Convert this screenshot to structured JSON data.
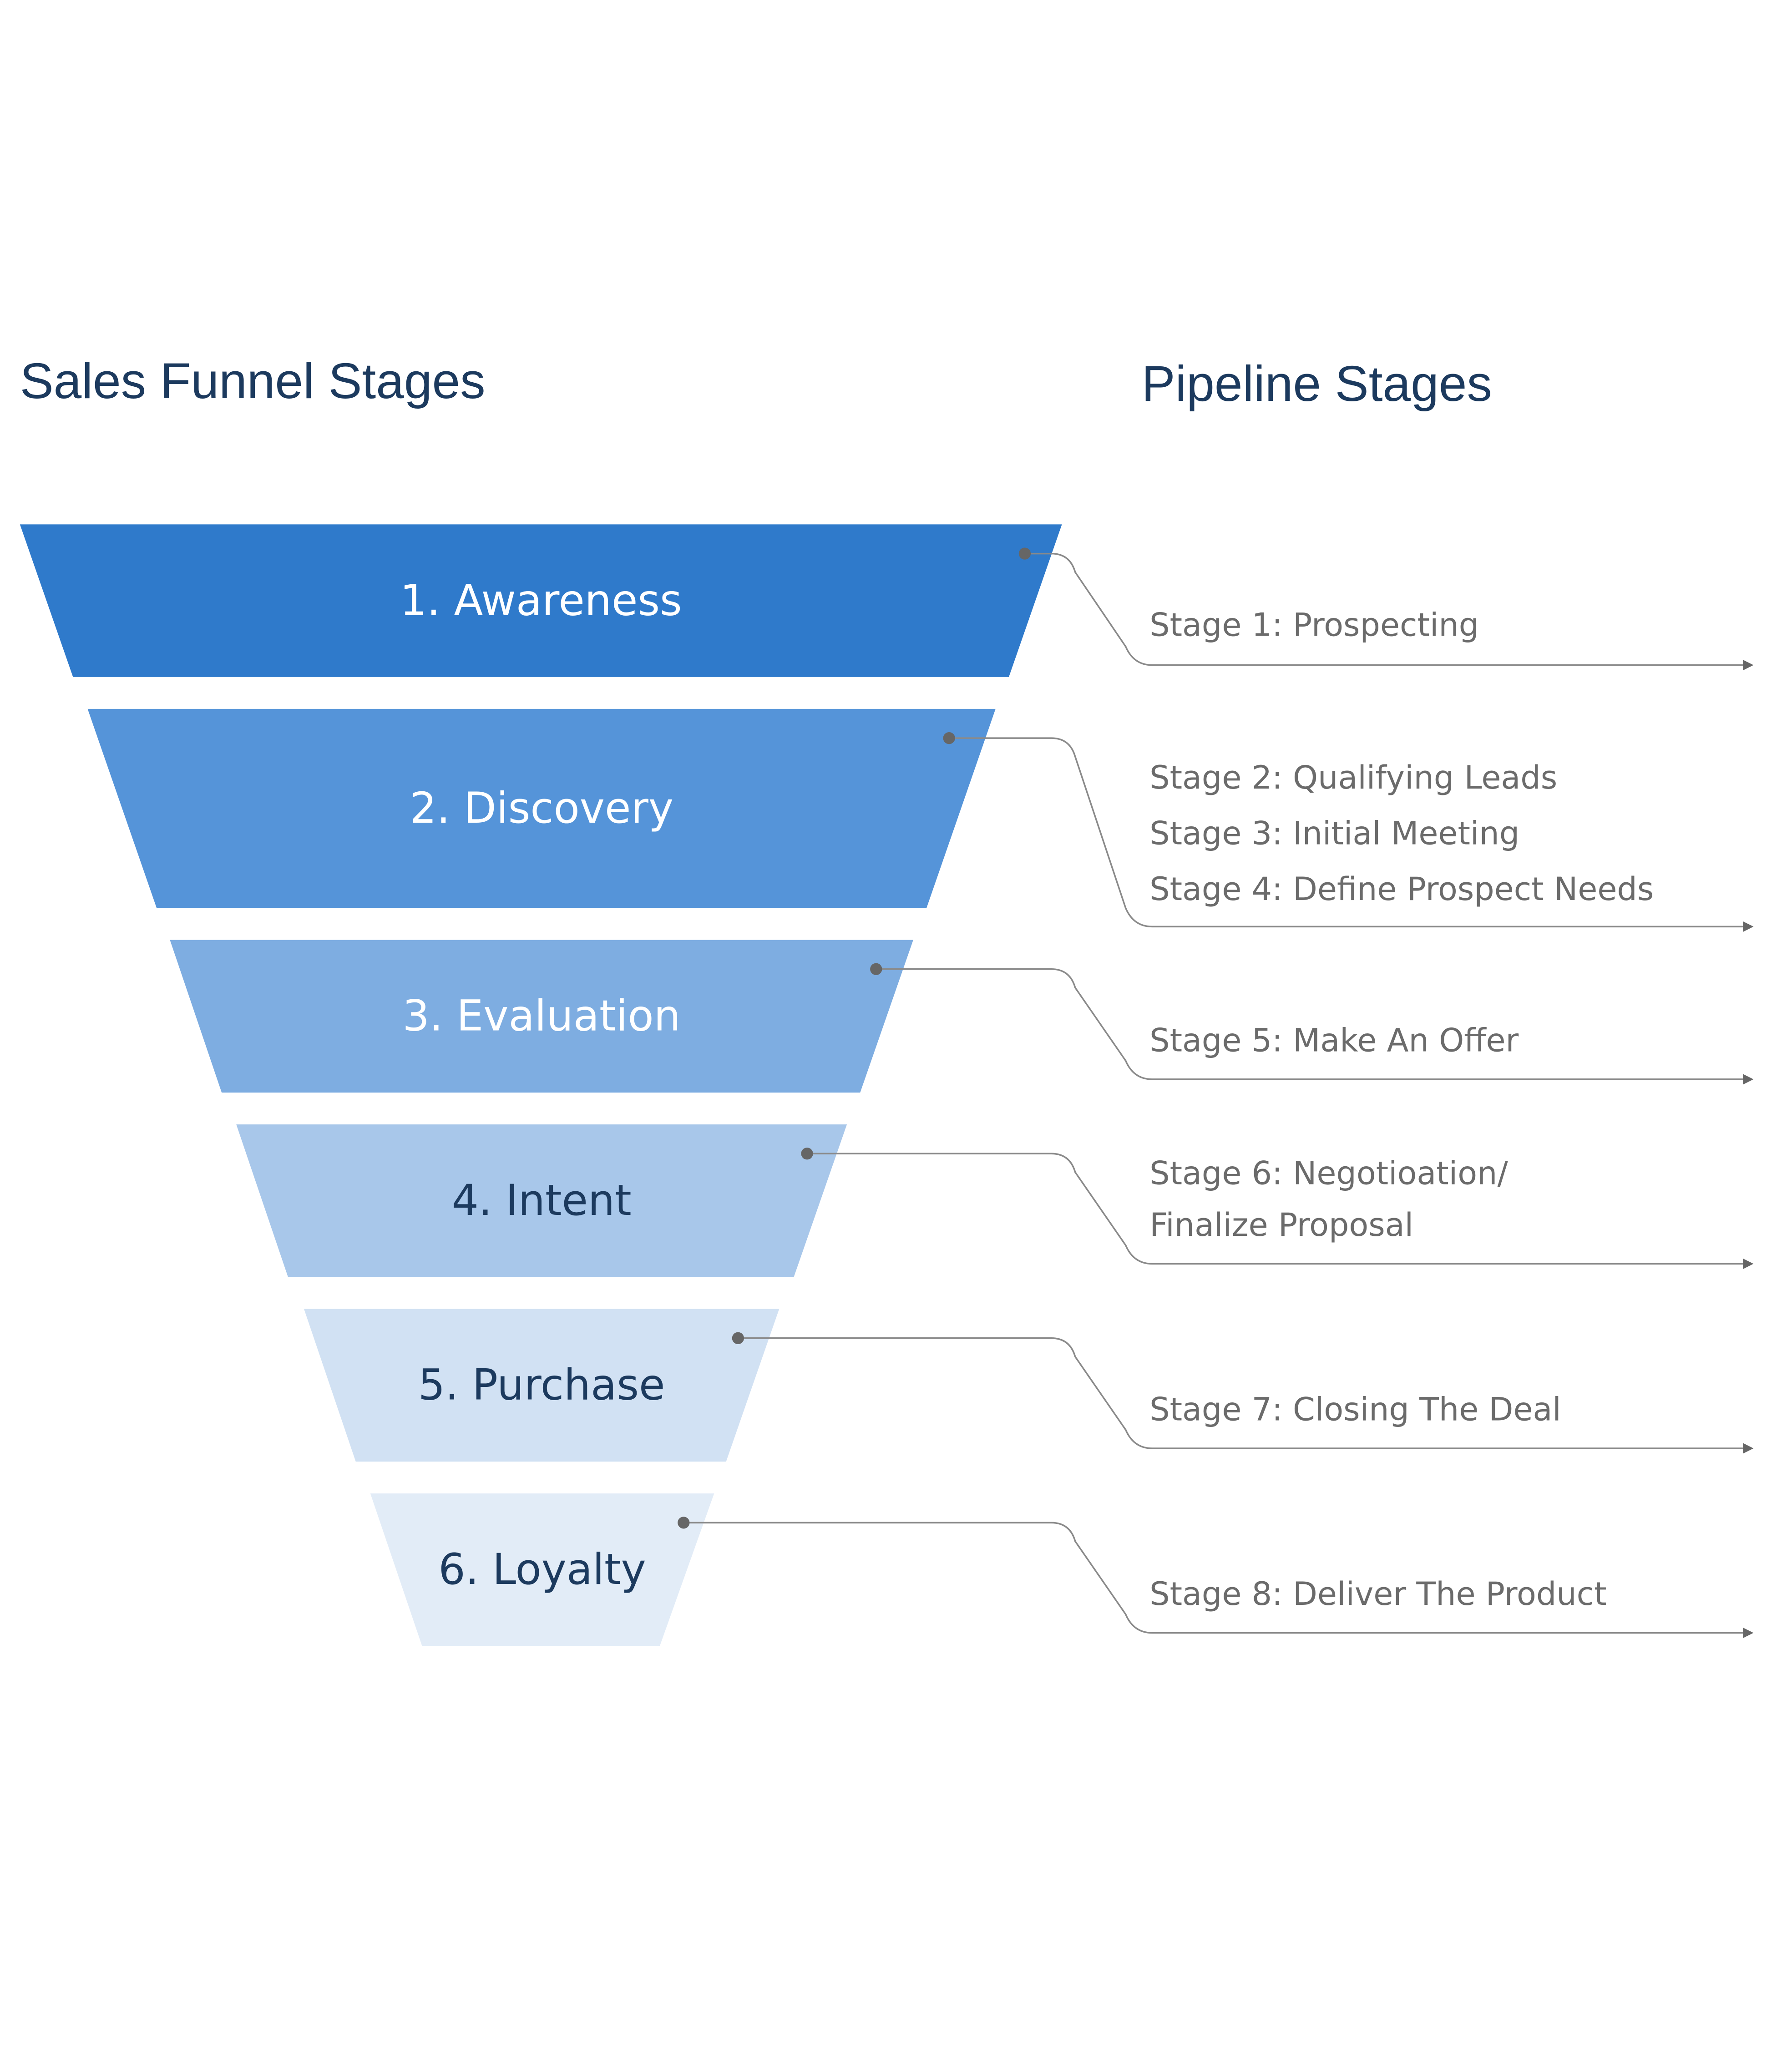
{
  "titles": {
    "left": "Sales Funnel Stages",
    "right": "Pipeline Stages"
  },
  "colors": {
    "title_text": "#1c3a5e",
    "dark_label": "#1c3a5e",
    "light_label": "#ffffff",
    "connector": "#8a8a8a",
    "pipeline_text": "#6b6b6b"
  },
  "funnel": [
    {
      "label": "1. Awareness",
      "fill": "#2f7acb",
      "text_color": "#ffffff"
    },
    {
      "label": "2. Discovery",
      "fill": "#5594d9",
      "text_color": "#ffffff"
    },
    {
      "label": "3. Evaluation",
      "fill": "#7eade1",
      "text_color": "#ffffff"
    },
    {
      "label": "4. Intent",
      "fill": "#a8c7ea",
      "text_color": "#1c3a5e"
    },
    {
      "label": "5. Purchase",
      "fill": "#d1e1f3",
      "text_color": "#1c3a5e"
    },
    {
      "label": "6. Loyalty",
      "fill": "#e2ecf7",
      "text_color": "#1c3a5e"
    }
  ],
  "pipeline": [
    {
      "lines": [
        "Stage 1: Prospecting"
      ]
    },
    {
      "lines": [
        "Stage 2: Qualifying Leads",
        "Stage 3: Initial Meeting",
        "Stage 4: Define Prospect Needs"
      ]
    },
    {
      "lines": [
        "Stage 5: Make An Offer"
      ]
    },
    {
      "lines": [
        "Stage 6: Negotioation/",
        "Finalize Proposal"
      ]
    },
    {
      "lines": [
        "Stage 7: Closing The Deal"
      ]
    },
    {
      "lines": [
        "Stage 8: Deliver The Product"
      ]
    }
  ]
}
